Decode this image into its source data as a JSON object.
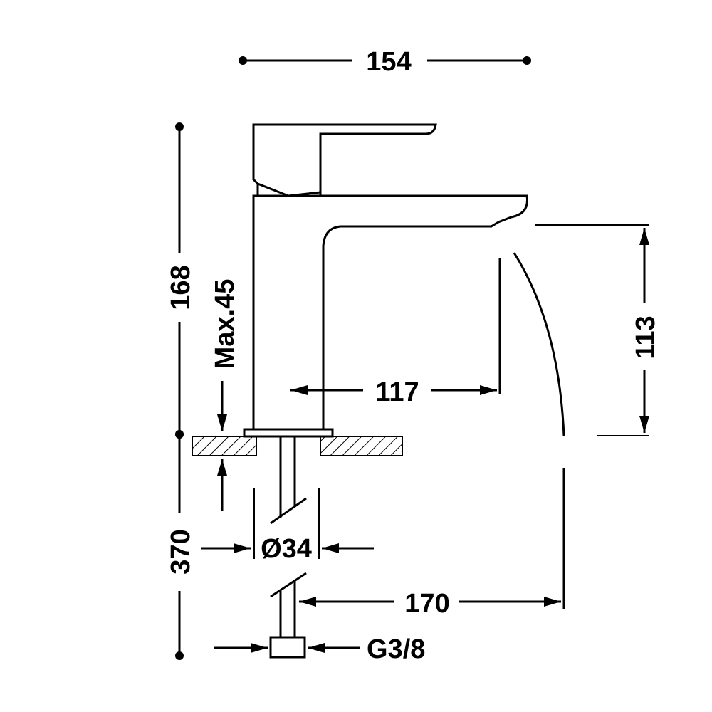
{
  "drawing": {
    "dimensions": {
      "overall_width": "154",
      "overall_height": "168",
      "max_deck_thickness": "Max.45",
      "spout_reach": "117",
      "spout_height": "113",
      "hole_diameter": "Ø34",
      "hose_length_label": "370",
      "hose_reach": "170",
      "connection_thread": "G3/8"
    }
  }
}
